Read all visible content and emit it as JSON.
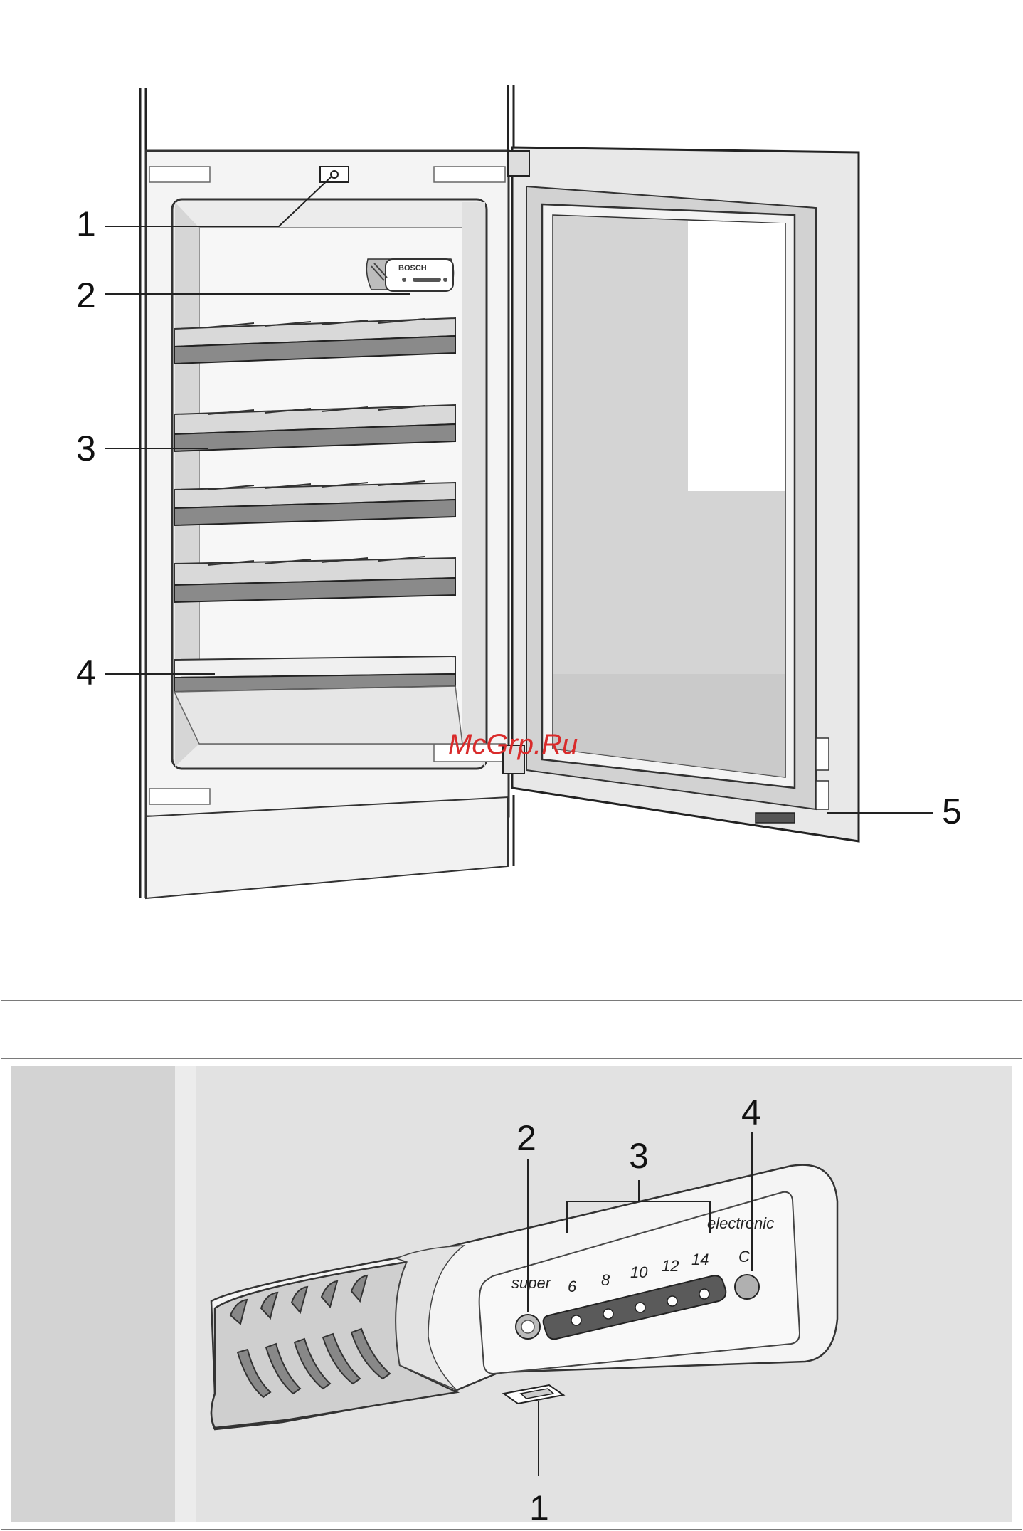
{
  "figure_top": {
    "callouts": [
      "1",
      "2",
      "3",
      "4",
      "5"
    ],
    "brand_label": "BOSCH",
    "watermark": "McGrp.Ru"
  },
  "figure_bottom": {
    "callouts": [
      "1",
      "2",
      "3",
      "4"
    ],
    "super_label": "super",
    "scale_labels": [
      "6",
      "8",
      "10",
      "12",
      "14"
    ],
    "electronic_label": "electronic",
    "c_label": "C"
  }
}
